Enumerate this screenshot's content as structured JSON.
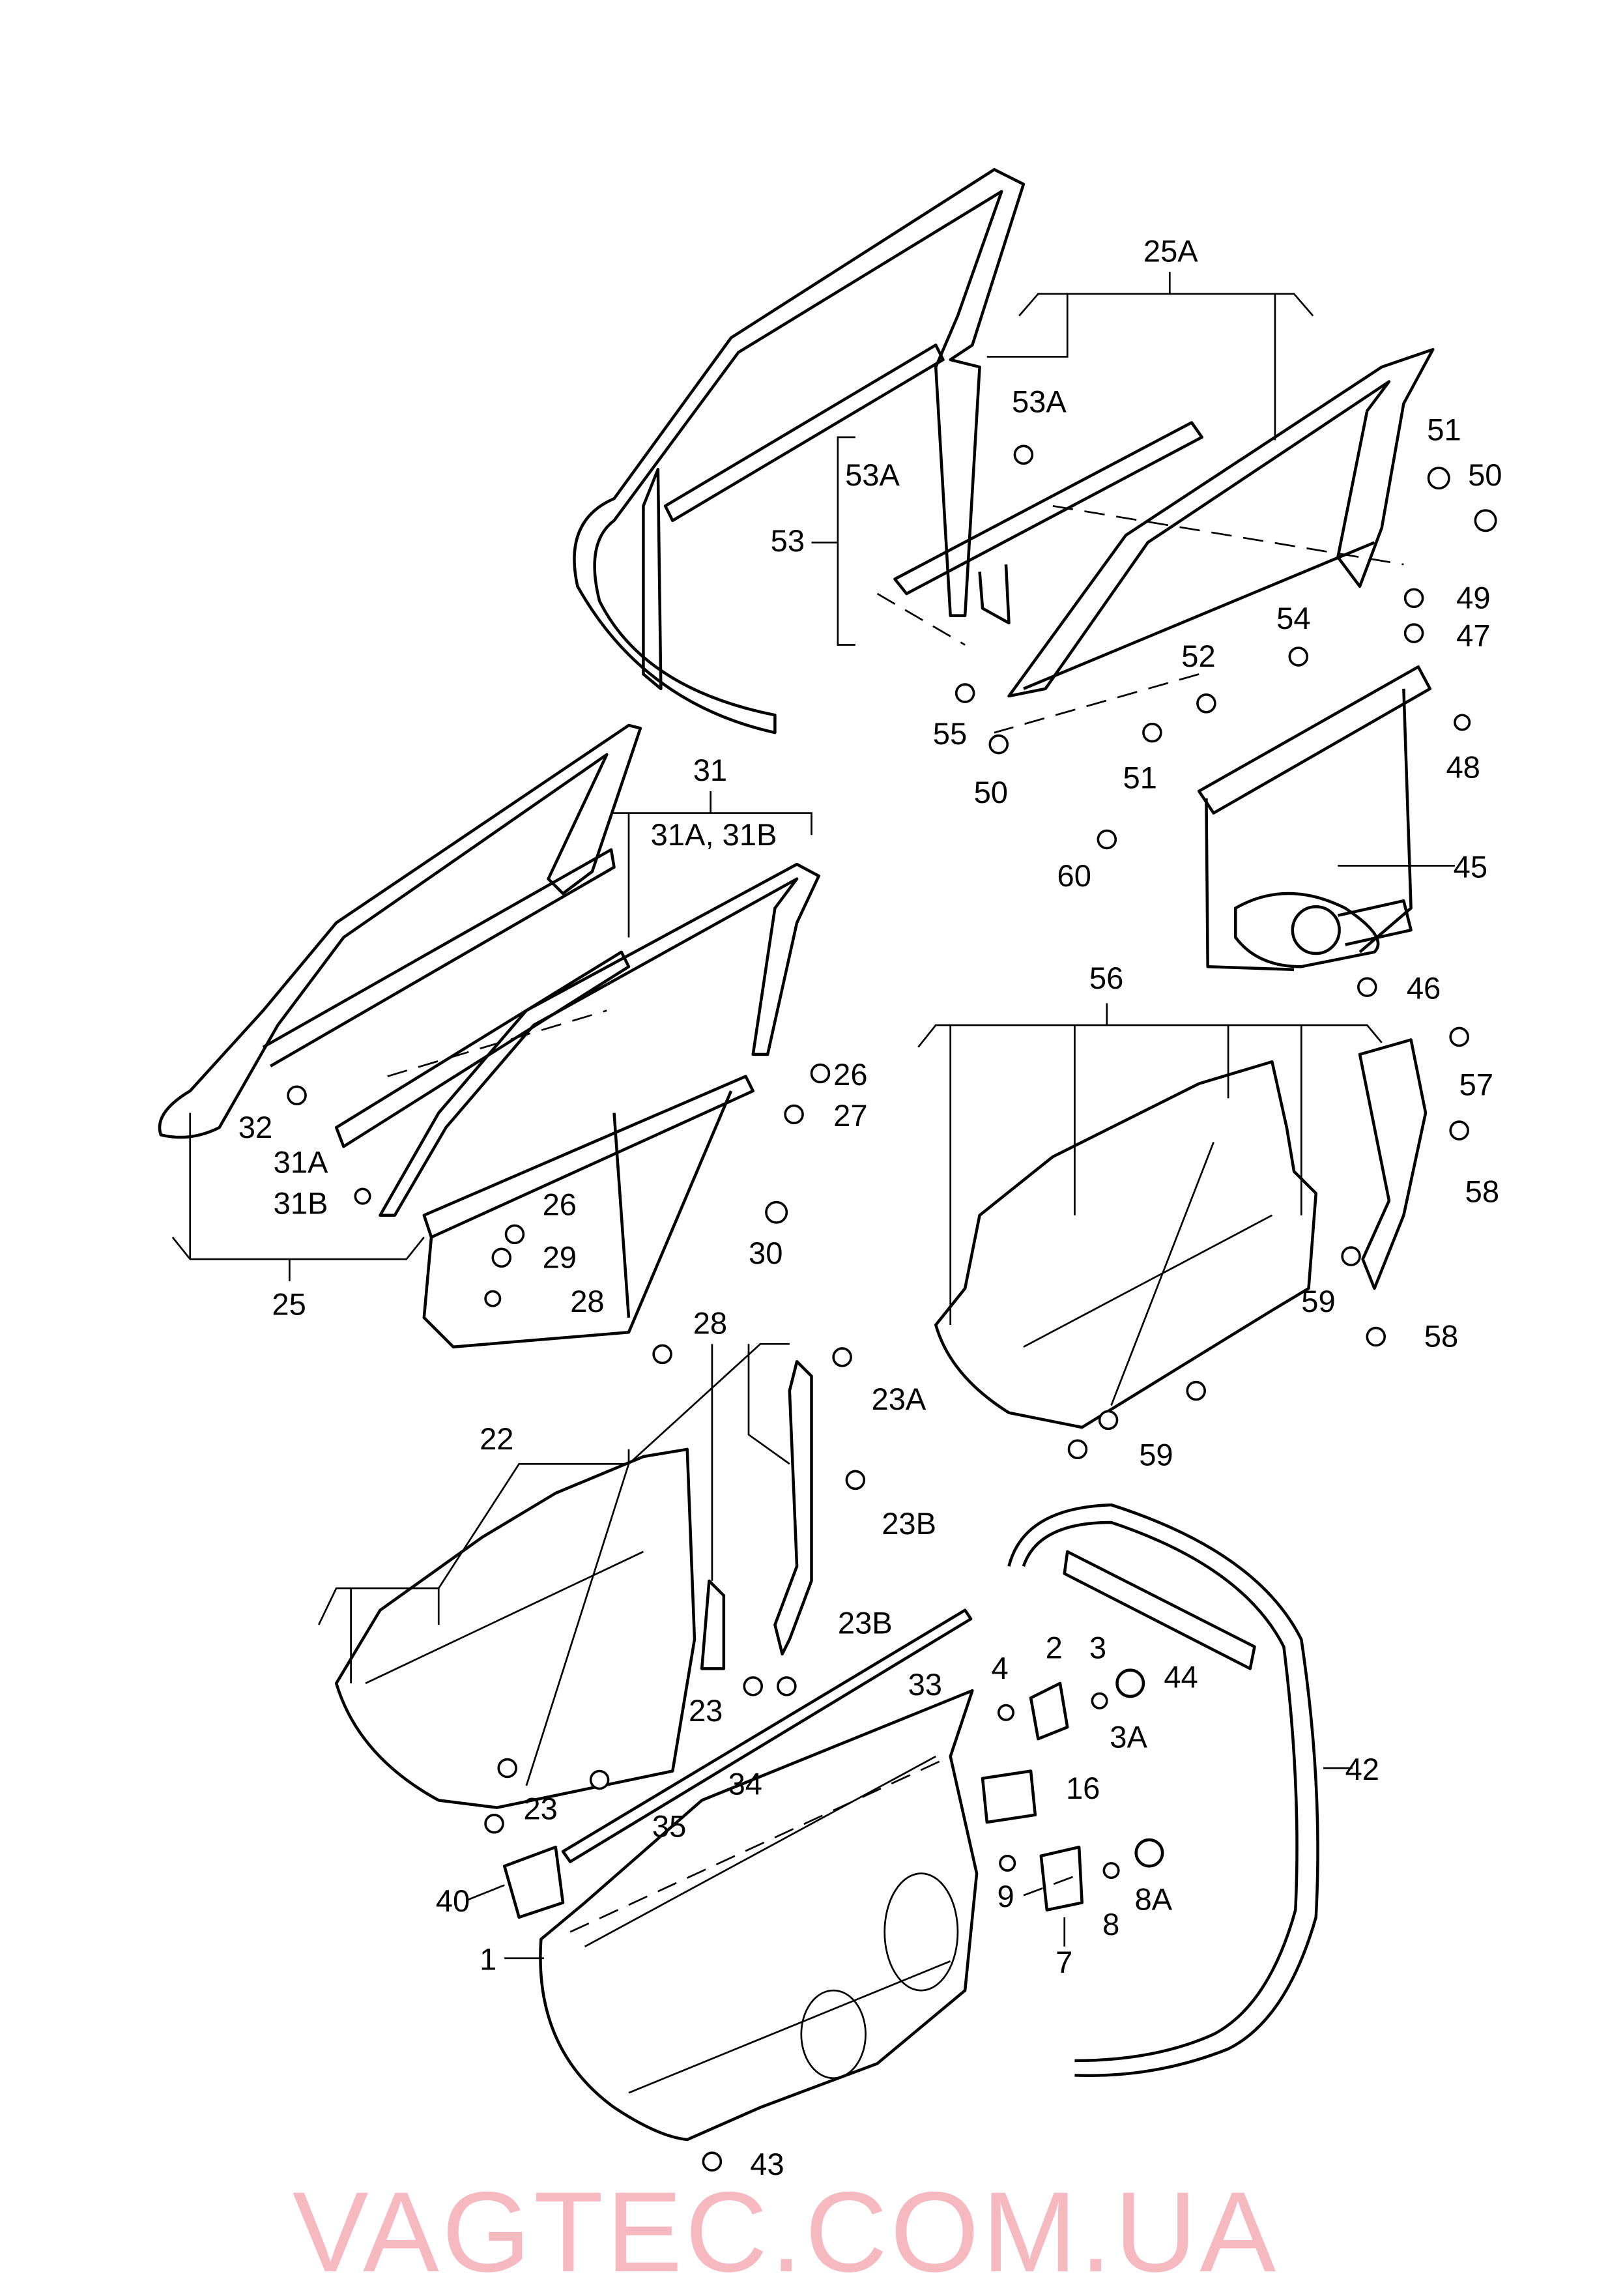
{
  "diagram": {
    "watermark": "VAGTEC.COM.UA",
    "labels": [
      "25A",
      "53A",
      "53A",
      "53",
      "51",
      "50",
      "49",
      "47",
      "54",
      "52",
      "55",
      "50",
      "51",
      "48",
      "60",
      "45",
      "46",
      "31",
      "31A, 31B",
      "26",
      "27",
      "32",
      "31A",
      "31B",
      "26",
      "29",
      "30",
      "28",
      "28",
      "25",
      "56",
      "57",
      "58",
      "59",
      "58",
      "59",
      "22",
      "23A",
      "23B",
      "23B",
      "23",
      "33",
      "4",
      "2",
      "3",
      "3A",
      "44",
      "42",
      "16",
      "34",
      "23",
      "35",
      "40",
      "9",
      "8",
      "8A",
      "1",
      "7",
      "43"
    ]
  }
}
